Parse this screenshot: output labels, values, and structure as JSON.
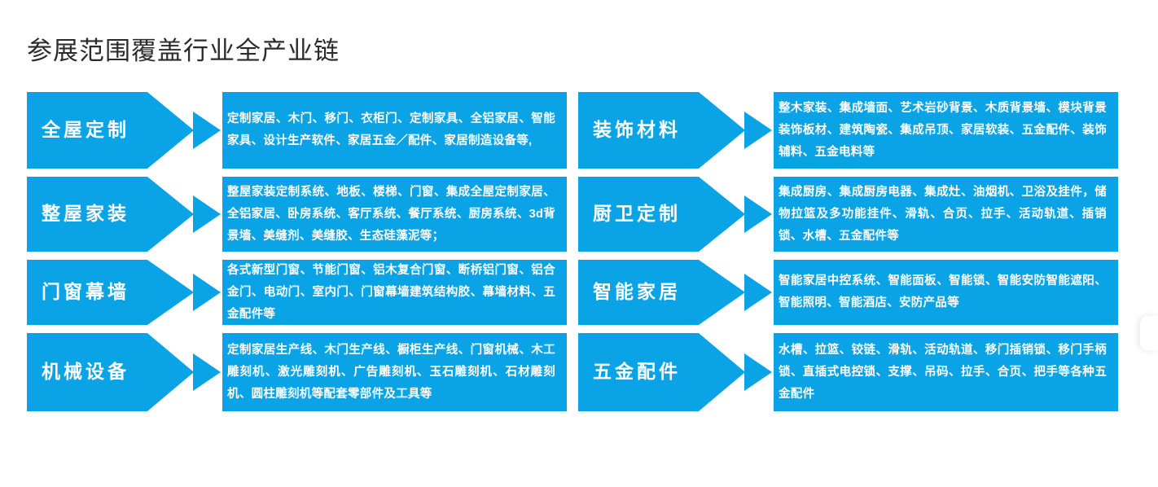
{
  "page": {
    "title": "参展范围覆盖行业全产业链",
    "accent_color": "#0AA3E6",
    "text_color": "#ffffff",
    "background_color": "#ffffff",
    "title_color": "#2b2b2b"
  },
  "rows": [
    {
      "left": {
        "category": "全屋定制",
        "description": "定制家居、木门、移门、衣柜门、定制家具、全铝家居、智能家具、设计生产软件、家居五金／配件、家居制造设备等,"
      },
      "right": {
        "category": "装饰材料",
        "description": "整木家装、集成墙面、艺术岩砂背景、木质背景墙、模块背景装饰板材、建筑陶瓷、集成吊顶、家居软装、五金配件、装饰辅料、五金电料等"
      }
    },
    {
      "left": {
        "category": "整屋家装",
        "description": "整屋家装定制系统、地板、楼梯、门窗、集成全屋定制家居、全铝家居、卧房系统、客厅系统、餐厅系统、厨房系统、3d背景墙、美缝剂、美缝胶、生态硅藻泥等；"
      },
      "right": {
        "category": "厨卫定制",
        "description": "集成厨房、集成厨房电器、集成灶、油烟机、卫浴及挂件，储物拉篮及多功能挂件、滑轨、合页、拉手、活动轨道、插销锁、水槽、五金配件等"
      }
    },
    {
      "left": {
        "category": "门窗幕墙",
        "description": "各式新型门窗、节能门窗、铝木复合门窗、断桥铝门窗、铝合金门、电动门、室内门、门窗幕墙建筑结构胶、幕墙材料、五金配件等"
      },
      "right": {
        "category": "智能家居",
        "description": "智能家居中控系统、智能面板、智能锁、智能安防智能遮阳、智能照明、智能酒店、安防产品等"
      }
    },
    {
      "left": {
        "category": "机械设备",
        "description": "定制家居生产线、木门生产线、橱柜生产线、门窗机械、木工雕刻机、激光雕刻机、广告雕刻机、玉石雕刻机、石材雕刻机、圆柱雕刻机等配套零部件及工具等"
      },
      "right": {
        "category": "五金配件",
        "description": "水槽、拉篮、铰链、滑轨、活动轨道、移门插销锁、移门手柄锁、直插式电控锁、支撑、吊码、拉手、合页、把手等各种五金配件"
      }
    }
  ]
}
